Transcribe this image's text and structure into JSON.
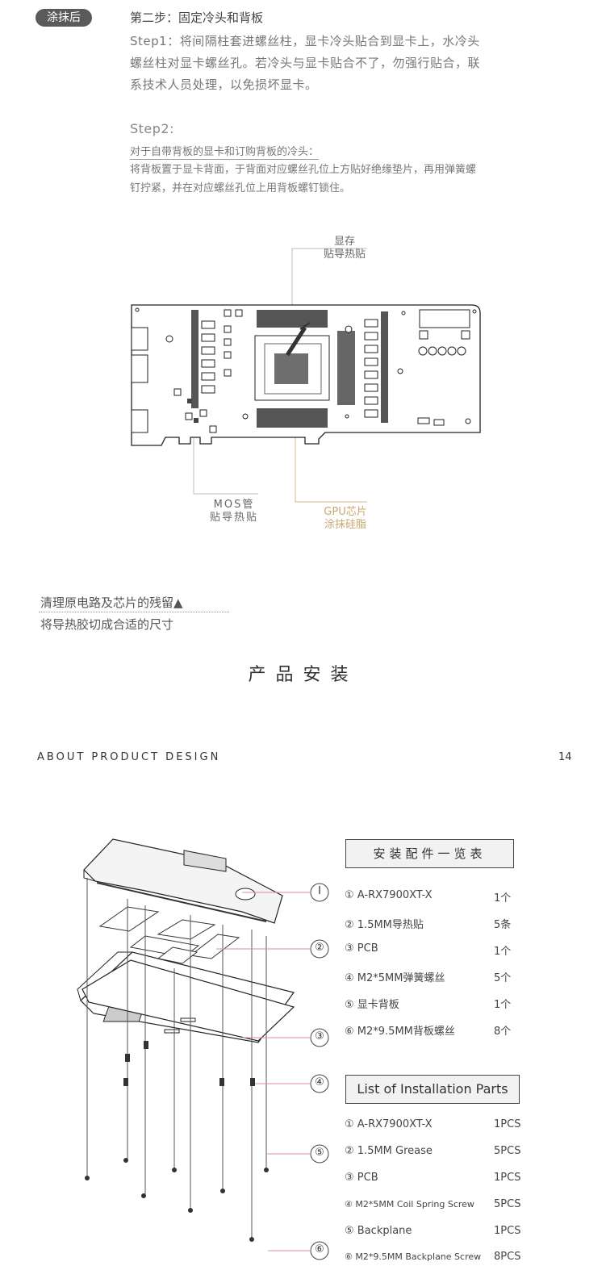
{
  "badge": "涂抹后",
  "step_title": "第二步：固定冷头和背板",
  "step1_text": "Step1：将间隔柱套进螺丝柱，显卡冷头贴合到显卡上，水冷头螺丝柱对显卡螺丝孔。若冷头与显卡贴合不了，勿强行贴合，联系技术人员处理，以免损坏显卡。",
  "step2_label": "Step2:",
  "step2_head": "对于自带背板的显卡和订购背板的冷头：",
  "step2_body": "将背板置于显卡背面，于背面对应螺丝孔位上方贴好绝缘垫片，再用弹簧螺钉拧紧，并在对应螺丝孔位上用背板螺钉锁住。",
  "pcb_labels": {
    "vram_line1": "显存",
    "vram_line2": "贴导热贴",
    "mos_line1": "MOS管",
    "mos_line2": "贴导热贴",
    "gpu_line1": "GPU芯片",
    "gpu_line2": "涂抹硅脂"
  },
  "note1": "清理原电路及芯片的残留▲",
  "note2": "将导热胶切成合适的尺寸",
  "section_title": "产品安装",
  "about": "ABOUT PRODUCT DESIGN",
  "page_number": "14",
  "callouts": [
    "Ⅰ",
    "②",
    "③",
    "④",
    "⑤",
    "⑥"
  ],
  "parts_cn_title": "安装配件一览表",
  "parts_cn": [
    {
      "name": "① A-RX7900XT-X",
      "qty": "1个"
    },
    {
      "name": "② 1.5MM导热贴",
      "qty": "5条"
    },
    {
      "name": "③  PCB",
      "qty": "1个"
    },
    {
      "name": "④ M2*5MM弹簧螺丝",
      "qty": "5个"
    },
    {
      "name": "⑤  显卡背板",
      "qty": "1个"
    },
    {
      "name": "⑥ M2*9.5MM背板螺丝",
      "qty": "8个"
    }
  ],
  "parts_en_title": "List of Installation Parts",
  "parts_en": [
    {
      "name": "① A-RX7900XT-X",
      "qty": "1PCS"
    },
    {
      "name": "② 1.5MM Grease",
      "qty": "5PCS"
    },
    {
      "name": "③ PCB",
      "qty": "1PCS"
    },
    {
      "name": "④ M2*5MM Coil Spring Screw",
      "qty": "5PCS"
    },
    {
      "name": "⑤ Backplane",
      "qty": "1PCS"
    },
    {
      "name": "⑥ M2*9.5MM Backplane Screw",
      "qty": "8PCS"
    }
  ]
}
